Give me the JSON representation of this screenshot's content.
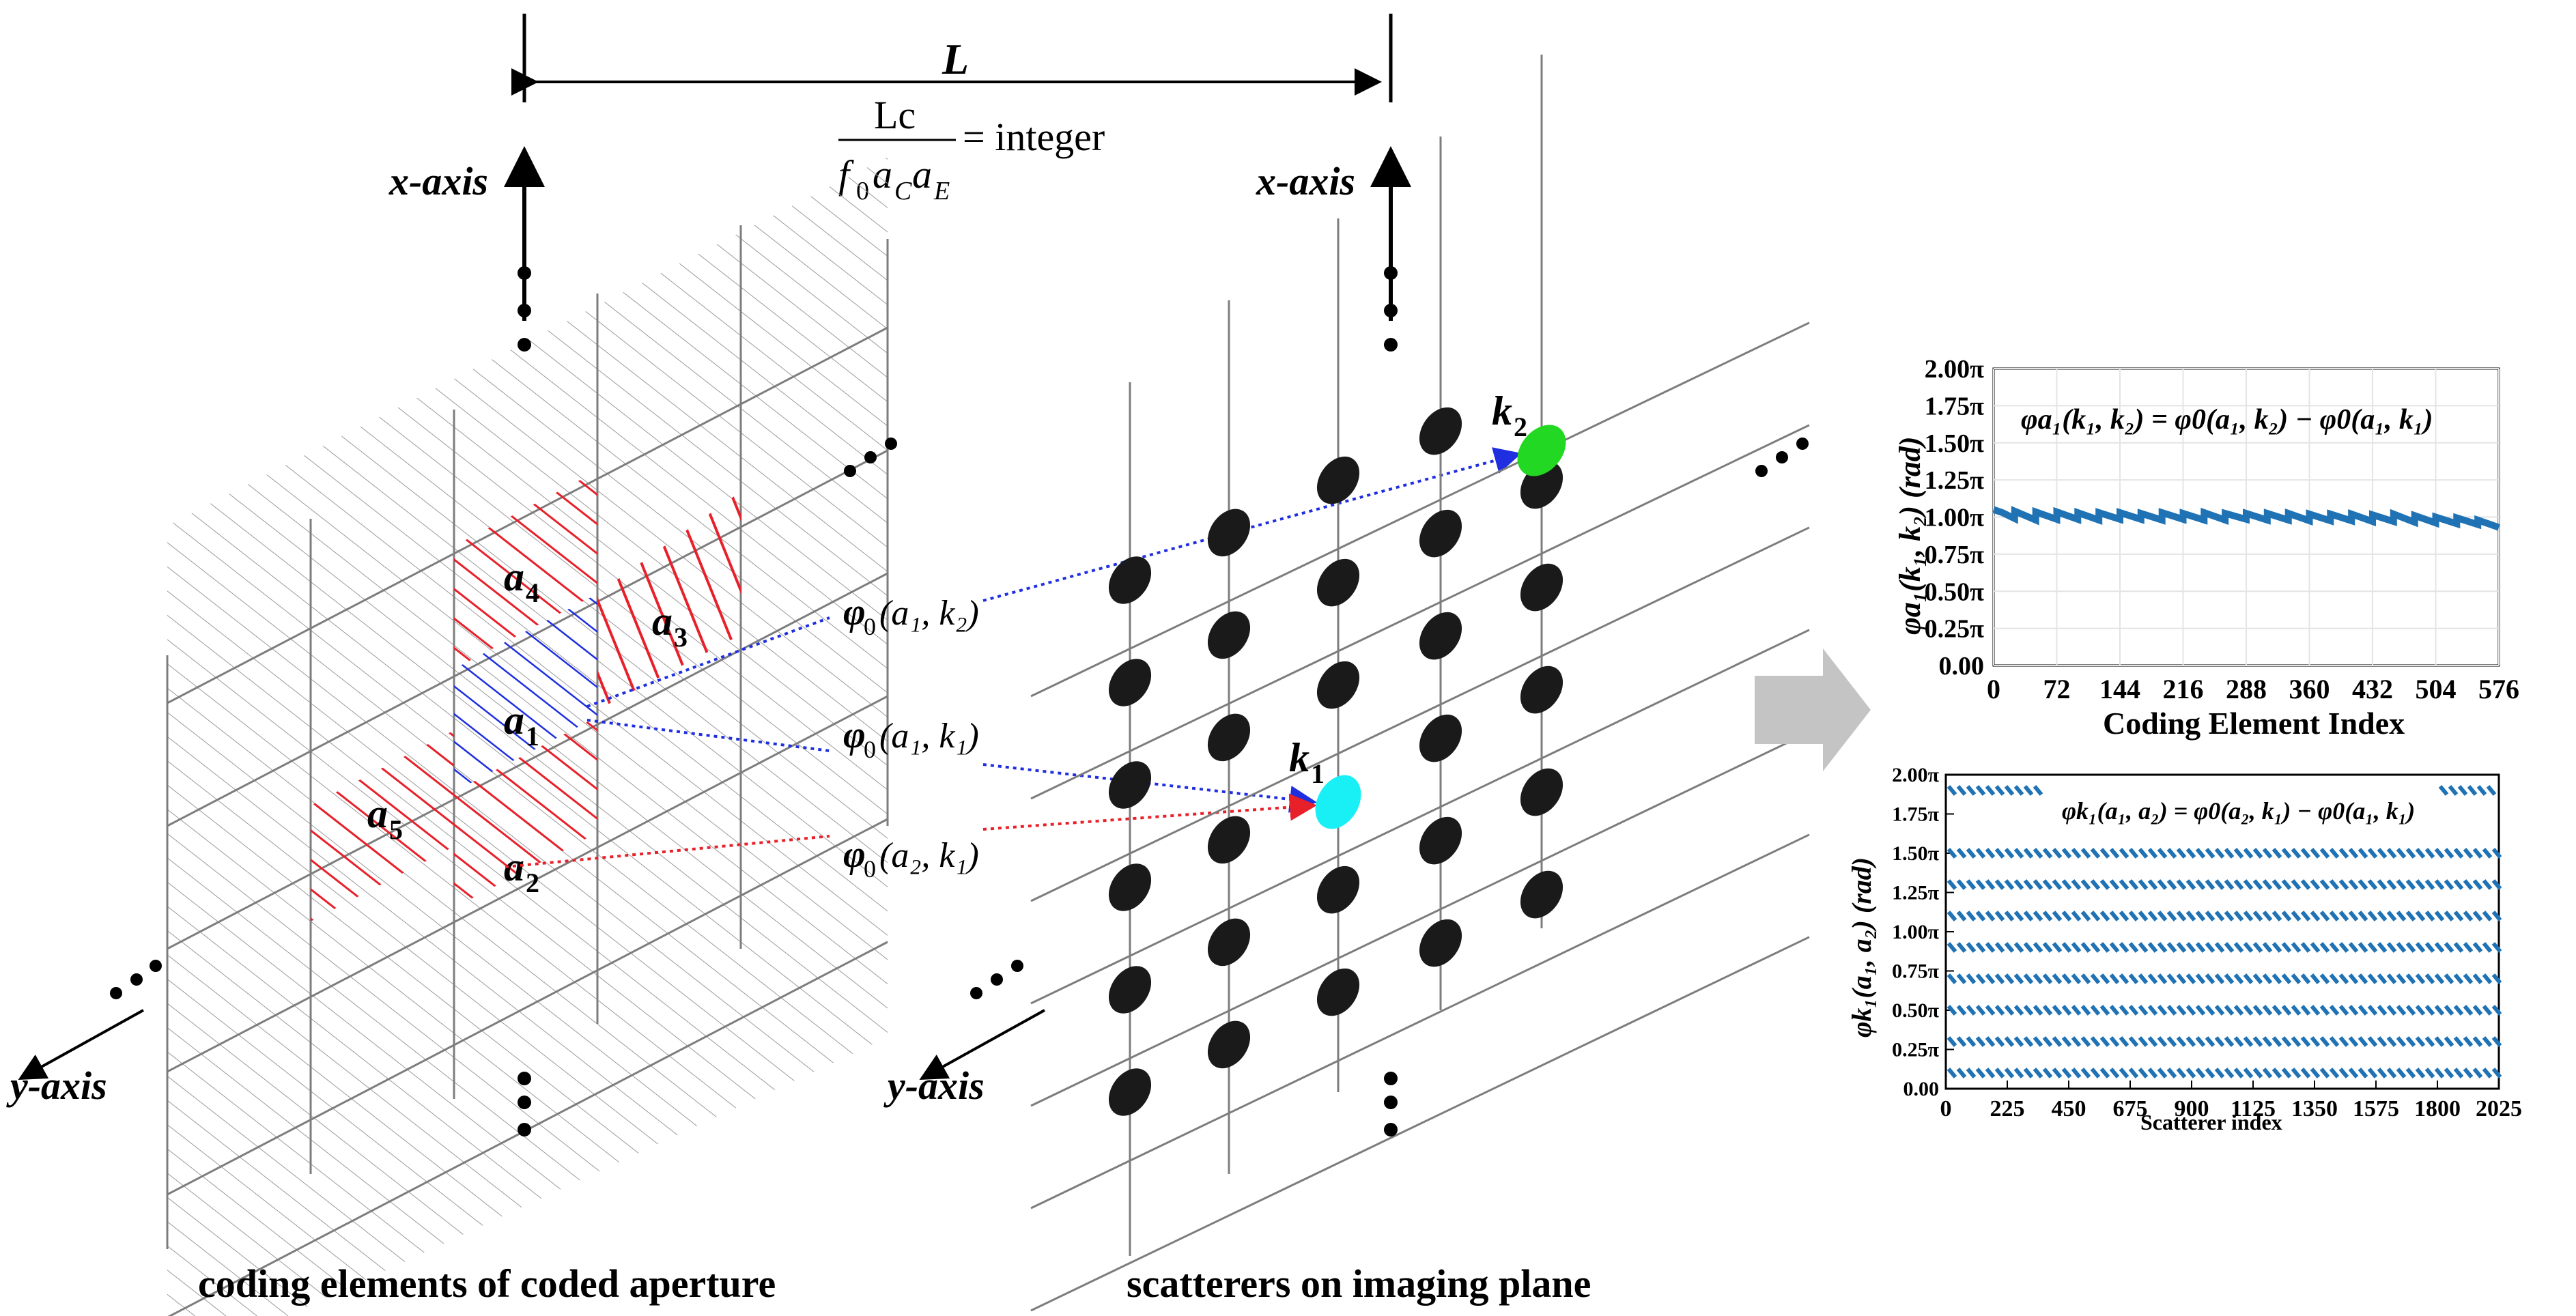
{
  "distance": {
    "label": "L",
    "formula_numerator": "Lc",
    "formula_den_f": "f",
    "formula_den_sub0": "0",
    "formula_den_a": "a",
    "formula_den_subC": "C",
    "formula_den_a2": "a",
    "formula_den_subE": "E",
    "formula_rhs": "= integer"
  },
  "aperture": {
    "x_axis_label": "x-axis",
    "y_axis_label": "y-axis",
    "caption": "coding elements of coded aperture",
    "elements": [
      {
        "name": "a",
        "sub": "1"
      },
      {
        "name": "a",
        "sub": "2"
      },
      {
        "name": "a",
        "sub": "3"
      },
      {
        "name": "a",
        "sub": "4"
      },
      {
        "name": "a",
        "sub": "5"
      }
    ],
    "ellipsis": "• • •"
  },
  "phase_labels": [
    {
      "phi": "φ",
      "sub": "0",
      "args": "(a₁, k₂)"
    },
    {
      "phi": "φ",
      "sub": "0",
      "args": "(a₁, k₁)"
    },
    {
      "phi": "φ",
      "sub": "0",
      "args": "(a₂, k₁)"
    }
  ],
  "imaging": {
    "x_axis_label": "x-axis",
    "y_axis_label": "y-axis",
    "caption": "scatterers on imaging plane",
    "k1": {
      "name": "k",
      "sub": "1"
    },
    "k2": {
      "name": "k",
      "sub": "2"
    },
    "colors": {
      "scatterer": "#1a1a1a",
      "k1": "#19f0f5",
      "k2": "#22d822"
    }
  },
  "colors": {
    "red": "#e8202a",
    "blue": "#1f2fe0",
    "arrow_gray": "#c4c4c4",
    "series": "#1f72b4",
    "grid": "#e4e4e4"
  },
  "chart_data": [
    {
      "type": "line",
      "title": "φa₁(k₁, k₂) = φ0(a₁, k₂) − φ0(a₁, k₁)",
      "xlabel": "Coding Element Index",
      "ylabel": "φa₁(k₁, k₂) (rad)",
      "xlim": [
        0,
        576
      ],
      "ylim": [
        0,
        2
      ],
      "y_unit": "π",
      "x_ticks": [
        "0",
        "72",
        "144",
        "216",
        "288",
        "360",
        "432",
        "504",
        "576"
      ],
      "y_ticks": [
        "0.00",
        "0.25π",
        "0.50π",
        "0.75π",
        "1.00π",
        "1.25π",
        "1.50π",
        "1.75π",
        "2.00π"
      ],
      "grid": true,
      "series": [
        {
          "x": [
            0,
            10,
            24,
            24,
            48,
            48,
            72,
            72,
            96,
            96,
            120,
            120,
            144,
            144,
            168,
            168,
            192,
            192,
            216,
            216,
            240,
            240,
            264,
            264,
            288,
            288,
            312,
            312,
            336,
            336,
            360,
            360,
            384,
            384,
            408,
            408,
            432,
            432,
            456,
            456,
            480,
            480,
            504,
            504,
            528,
            528,
            552,
            552,
            576
          ],
          "y": [
            1.05,
            1.03,
            0.99,
            1.04,
            0.98,
            1.035,
            0.985,
            1.035,
            0.985,
            1.03,
            0.98,
            1.03,
            0.985,
            1.03,
            0.985,
            1.025,
            0.98,
            1.03,
            0.985,
            1.025,
            0.98,
            1.03,
            0.98,
            1.025,
            0.985,
            1.025,
            0.98,
            1.025,
            0.98,
            1.025,
            0.975,
            1.02,
            0.975,
            1.02,
            0.975,
            1.02,
            0.97,
            1.015,
            0.97,
            1.02,
            0.965,
            1.01,
            0.96,
            1.0,
            0.955,
            0.995,
            0.95,
            0.98,
            0.93
          ]
        }
      ]
    },
    {
      "type": "scatter",
      "title": "φk₁(a₁, a₂) = φ0(a₂, k₁) − φ0(a₁, k₁)",
      "xlabel": "Scatterer index",
      "ylabel": "φk₁(a₁, a₂) (rad)",
      "xlim": [
        0,
        2025
      ],
      "ylim": [
        0,
        2
      ],
      "y_unit": "π",
      "x_ticks": [
        "0",
        "225",
        "450",
        "675",
        "900",
        "1125",
        "1350",
        "1575",
        "1800",
        "2025"
      ],
      "y_ticks": [
        "0.00",
        "0.25π",
        "0.50π",
        "0.75π",
        "1.00π",
        "1.25π",
        "1.50π",
        "1.75π",
        "2.00π"
      ],
      "grid": false,
      "bands": [
        {
          "y": 0.1,
          "x_range": [
            0,
            2025
          ]
        },
        {
          "y": 0.3,
          "x_range": [
            0,
            2025
          ]
        },
        {
          "y": 0.5,
          "x_range": [
            0,
            2025
          ]
        },
        {
          "y": 0.7,
          "x_range": [
            0,
            2025
          ]
        },
        {
          "y": 0.9,
          "x_range": [
            0,
            2025
          ]
        },
        {
          "y": 1.1,
          "x_range": [
            0,
            2025
          ]
        },
        {
          "y": 1.3,
          "x_range": [
            0,
            2025
          ]
        },
        {
          "y": 1.5,
          "x_range": [
            0,
            2025
          ]
        },
        {
          "y": 1.9,
          "x_range": [
            0,
            340
          ]
        },
        {
          "y": 1.9,
          "x_range": [
            1800,
            2025
          ]
        }
      ]
    }
  ]
}
